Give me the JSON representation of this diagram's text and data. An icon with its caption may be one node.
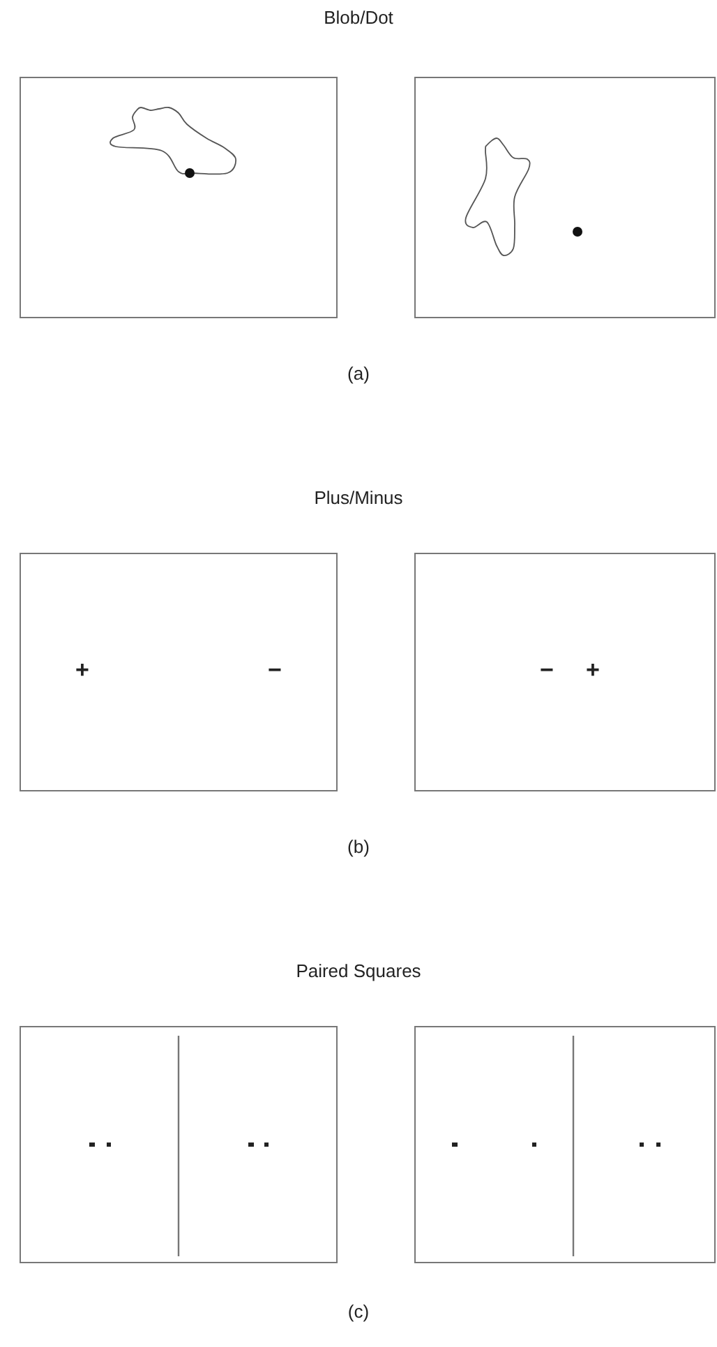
{
  "diagram": {
    "nodes": [
      {
        "text": [],
        "shape": "box"
      },
      {
        "text": [],
        "shape": "box"
      },
      {
        "text": [
          "+",
          "−"
        ]
      },
      {
        "text": [
          "−",
          "+"
        ]
      },
      {
        "text": [],
        "shape": "box"
      },
      {
        "text": [],
        "shape": "box"
      }
    ],
    "labels": [
      "Blob/Dot",
      "(a)",
      "Plus/Minus",
      "(b)",
      "Paired Squares",
      "(c)"
    ]
  }
}
